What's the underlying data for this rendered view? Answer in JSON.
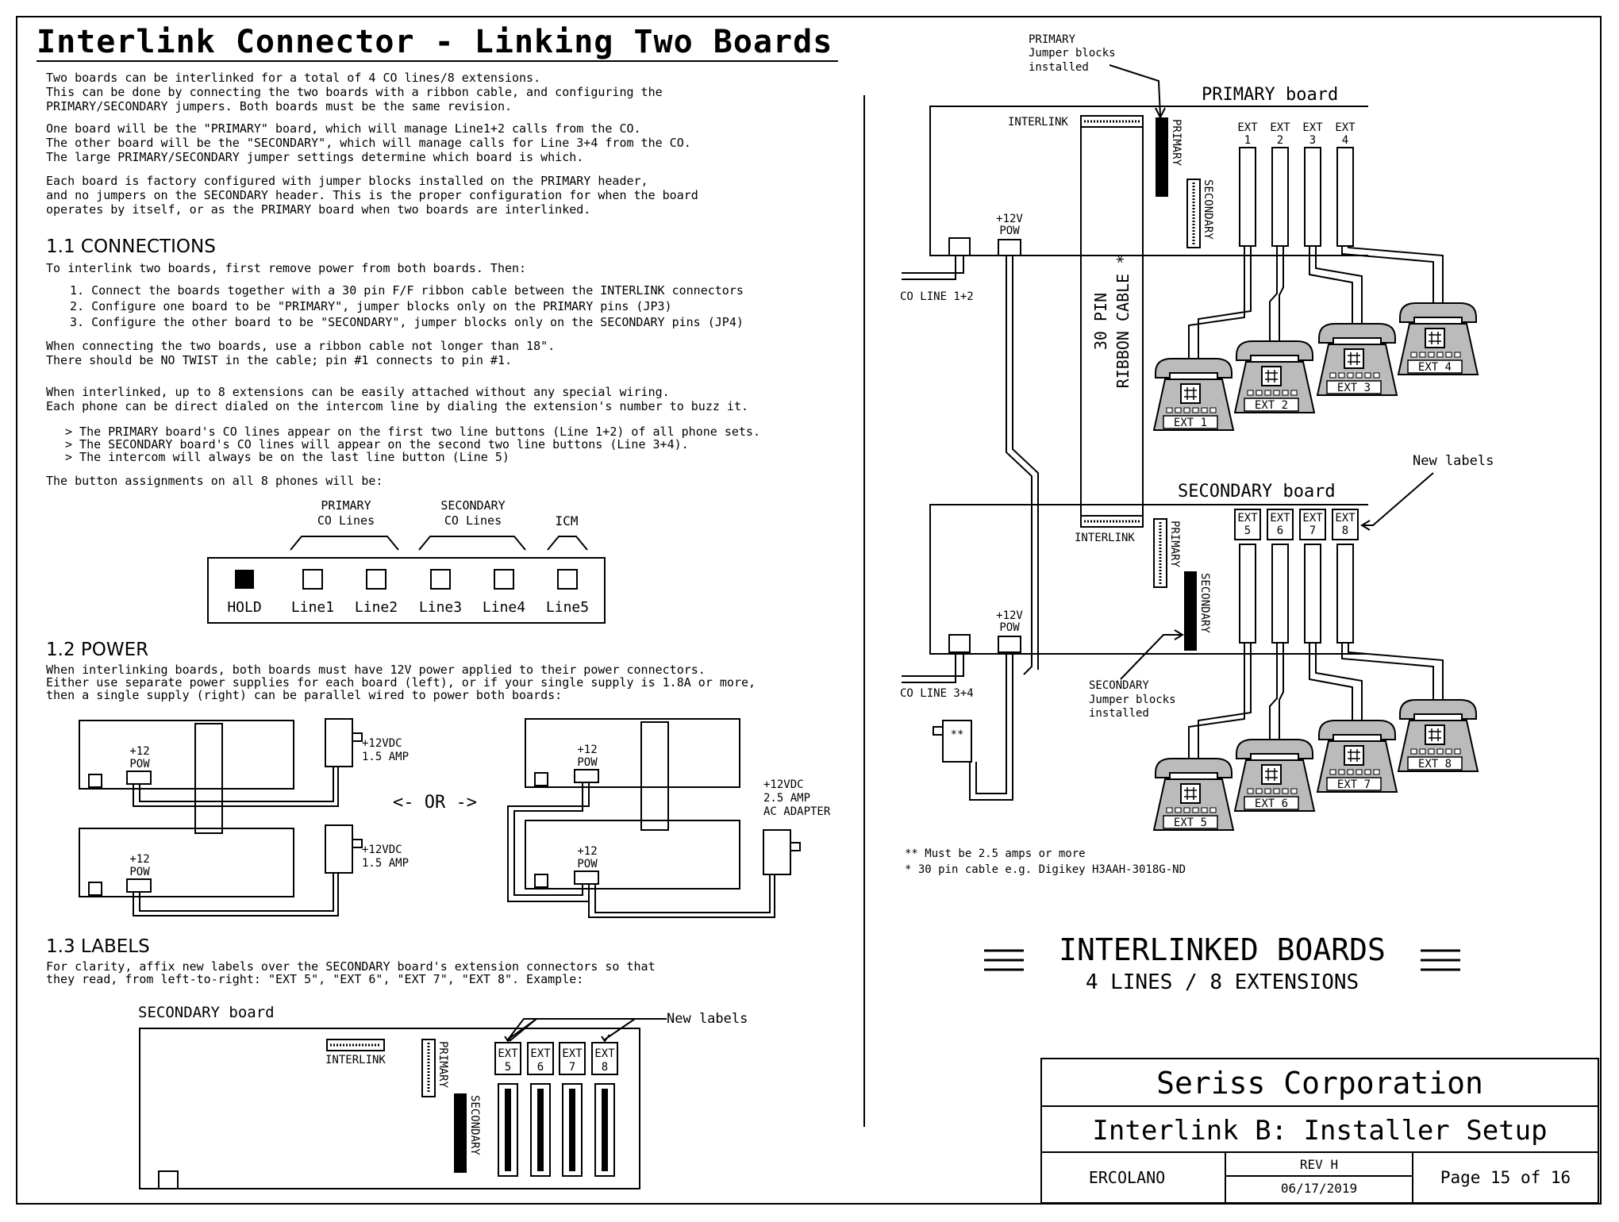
{
  "title": "Interlink Connector - Linking Two Boards",
  "intro": [
    "Two boards can be interlinked for a total of 4 CO lines/8 extensions.",
    "This can be done by connecting the two boards with a ribbon cable, and configuring the",
    "PRIMARY/SECONDARY jumpers. Both boards must be the same revision.",
    "One board will be the \"PRIMARY\" board, which will manage Line1+2 calls from the CO.",
    "The other board will be the \"SECONDARY\", which will manage calls for Line 3+4 from the CO.",
    "The large PRIMARY/SECONDARY jumper settings determine which board is which.",
    "Each board is factory configured with jumper blocks installed on the PRIMARY header,",
    "and no jumpers on the SECONDARY header. This is the proper configuration for when the board",
    "operates by itself, or as the PRIMARY board when two boards are interlinked."
  ],
  "connections": {
    "heading": "1.1 CONNECTIONS",
    "lead": "To interlink two boards, first remove power from both boards. Then:",
    "steps": [
      "1. Connect the boards together with a 30 pin F/F ribbon cable between the INTERLINK connectors",
      "2. Configure one board to be \"PRIMARY\", jumper blocks only on the PRIMARY pins (JP3)",
      "3. Configure the other board to be \"SECONDARY\", jumper blocks only on the SECONDARY pins (JP4)"
    ],
    "note1": "When connecting the two boards, use a ribbon cable not longer than 18\".",
    "note2": "There should be NO TWIST in the cable; pin #1 connects to pin #1.",
    "note3": "When interlinked, up to 8 extensions can be easily attached without any special wiring.",
    "note4": "Each phone can be direct dialed on the intercom line by dialing the extension's number to buzz it.",
    "bullets": [
      "> The PRIMARY board's CO lines appear on the first two line buttons (Line 1+2) of all phone sets.",
      "> The SECONDARY board's CO lines will appear on the second two line buttons (Line 3+4).",
      "> The intercom will always be on the last line button (Line 5)"
    ],
    "buttons_lead": "The button assignments on all 8 phones will be:"
  },
  "button_diagram": {
    "group_primary": [
      "PRIMARY",
      "CO Lines"
    ],
    "group_secondary": [
      "SECONDARY",
      "CO Lines"
    ],
    "group_icm": "ICM",
    "buttons": [
      "HOLD",
      "Line1",
      "Line2",
      "Line3",
      "Line4",
      "Line5"
    ]
  },
  "power": {
    "heading": "1.2 POWER",
    "text": [
      "When interlinking boards, both boards must have 12V power applied to their power connectors.",
      "Either use separate power supplies for each board (left), or if your single supply is 1.8A or more,",
      "then a single supply (right) can be parallel wired to power both boards:"
    ],
    "pow_label": [
      "+12",
      "POW"
    ],
    "supply_small": [
      "+12VDC",
      "1.5 AMP"
    ],
    "supply_big": [
      "+12VDC",
      "2.5 AMP",
      "AC ADAPTER"
    ],
    "or_label": "<- OR ->"
  },
  "labels": {
    "heading": "1.3 LABELS",
    "text": [
      "For clarity, affix new labels over the SECONDARY board's extension connectors so that",
      "they read, from left-to-right: \"EXT 5\", \"EXT 6\", \"EXT 7\", \"EXT 8\". Example:"
    ],
    "board_title": "SECONDARY board",
    "new_labels": "New labels",
    "interlink": "INTERLINK",
    "primary": "PRIMARY",
    "secondary": "SECONDARY",
    "ext": [
      "EXT",
      "5",
      "6",
      "7",
      "8"
    ]
  },
  "right": {
    "primary_callout": [
      "PRIMARY",
      "Jumper blocks",
      "installed"
    ],
    "primary_board": "PRIMARY board",
    "secondary_board": "SECONDARY board",
    "interlink": "INTERLINK",
    "primary": "PRIMARY",
    "secondary": "SECONDARY",
    "pow12": [
      "+12V",
      "POW"
    ],
    "co12": "CO LINE 1+2",
    "co34": "CO LINE 3+4",
    "ribbon": [
      "30 PIN",
      "RIBBON CABLE *"
    ],
    "ext_top": [
      "EXT",
      "EXT",
      "EXT",
      "EXT"
    ],
    "ext_top_num": [
      "1",
      "2",
      "3",
      "4"
    ],
    "ext_bot_num": [
      "5",
      "6",
      "7",
      "8"
    ],
    "phones_top": [
      "EXT 1",
      "EXT 2",
      "EXT 3",
      "EXT 4"
    ],
    "phones_bot": [
      "EXT 5",
      "EXT 6",
      "EXT 7",
      "EXT 8"
    ],
    "new_labels": "New labels",
    "secondary_callout": [
      "SECONDARY",
      "Jumper blocks",
      "installed"
    ],
    "adapter_mark": "**",
    "footnote1": "** Must be 2.5 amps or more",
    "footnote2": "* 30 pin cable e.g. Digikey H3AAH-3018G-ND",
    "banner1": "INTERLINKED BOARDS",
    "banner2": "4 LINES / 8 EXTENSIONS"
  },
  "title_block": {
    "company": "Seriss Corporation",
    "doc": "Interlink B: Installer Setup",
    "author": "ERCOLANO",
    "rev": "REV H",
    "date": "06/17/2019",
    "page": "Page 15 of 16"
  }
}
